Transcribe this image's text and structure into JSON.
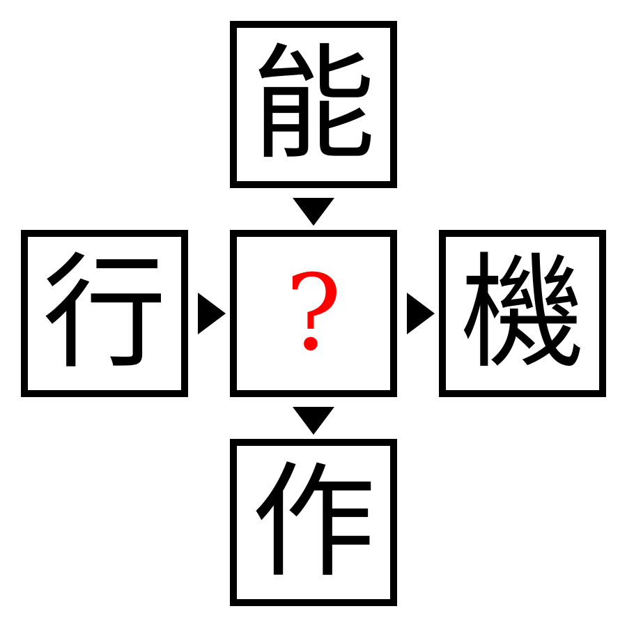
{
  "puzzle": {
    "top": "能",
    "left": "行",
    "center": "?",
    "right": "機",
    "bottom": "作"
  },
  "colors": {
    "border": "#000000",
    "text": "#000000",
    "question": "#ff0000",
    "arrow": "#000000"
  },
  "icons": {
    "arrow_down": "triangle-down-icon",
    "arrow_right": "triangle-right-icon"
  }
}
